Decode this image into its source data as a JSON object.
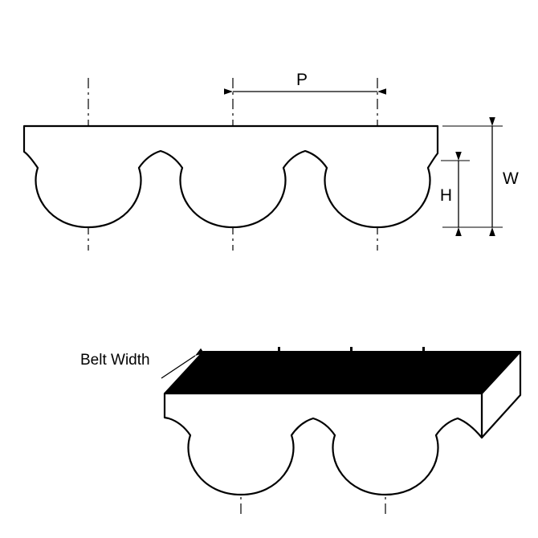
{
  "labels": {
    "pitch": "P",
    "belt_height": "W",
    "tooth_height": "H",
    "belt_width": "Belt Width"
  },
  "colors": {
    "line": "#000000",
    "belt_fill": "#ffffff",
    "top_face": "#000000",
    "background": "#ffffff"
  }
}
